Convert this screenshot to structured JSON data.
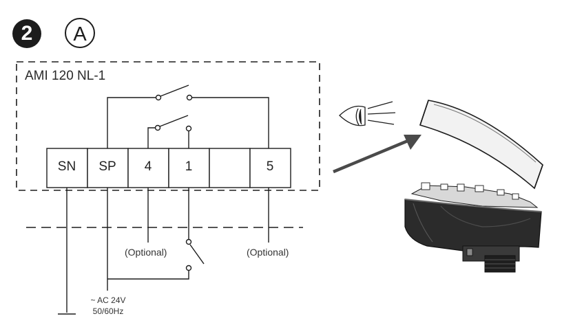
{
  "step_badge": "2",
  "variant_badge": "A",
  "device_model": "AMI 120 NL-1",
  "terminals": [
    "SN",
    "SP",
    "4",
    "1",
    "",
    "5"
  ],
  "optional_labels": [
    "(Optional)",
    "(Optional)"
  ],
  "supply": {
    "line1": "~ AC 24V",
    "line2": "50/60Hz"
  },
  "icons": [
    "eye-icon",
    "arrow-icon",
    "actuator-illustration",
    "ground-symbol"
  ],
  "colors": {
    "line": "#1c1c1c",
    "arrow": "#4a4a4a",
    "housing": "#2b2b2b"
  }
}
